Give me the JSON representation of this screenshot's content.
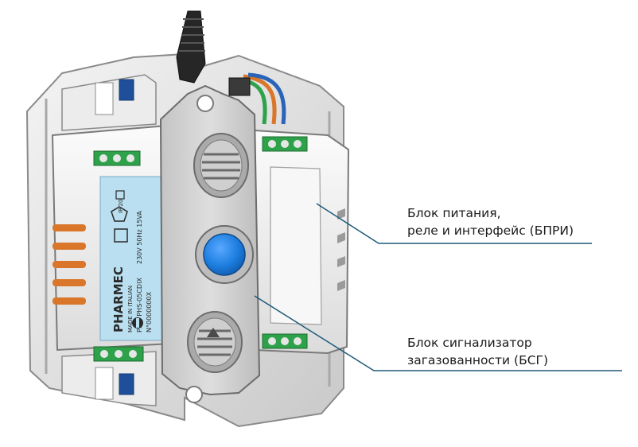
{
  "callouts": {
    "bpri": {
      "line1": "Блок питания,",
      "line2": "реле и интерфейс (БПРИ)"
    },
    "bsg": {
      "line1": "Блок сигнализатор",
      "line2": "загазованности (БСГ)"
    }
  },
  "label_plate": {
    "brand": "PHARMEC",
    "made_in": "MADE IN ITALIAN",
    "model": "PSRI PHS-05CDIX",
    "rating": "230V 50Hz 15VA",
    "serial": "N°0000000X",
    "ip": "IP 20"
  },
  "colors": {
    "leader_line": "#1e5a78",
    "label_plate": "#b9dff0",
    "button": "#1e7fe0",
    "terminal_green": "#2ea24a",
    "wire_orange": "#d9762a",
    "clip_blue": "#1f4f9a",
    "body_grey": "#d8d8d8"
  }
}
